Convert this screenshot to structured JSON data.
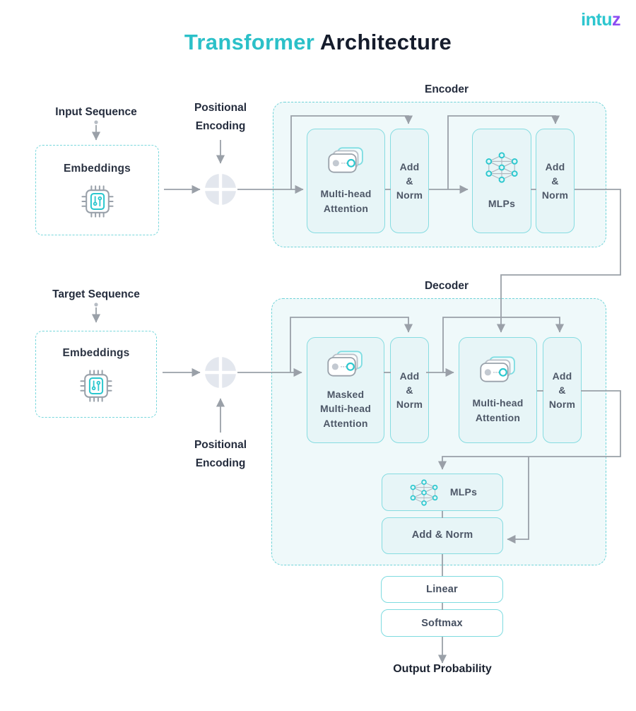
{
  "header": {
    "title_accent": "Transformer",
    "title_rest": " Architecture",
    "logo_main": "intu",
    "logo_accent": "z"
  },
  "labels": {
    "input_sequence": "Input Sequence",
    "target_sequence": "Target Sequence",
    "positional": [
      "Positional",
      "Encoding"
    ],
    "encoder": "Encoder",
    "decoder": "Decoder",
    "output": "Output Probability"
  },
  "embeddings": {
    "label": "Embeddings"
  },
  "blocks": {
    "mha": [
      "Multi-head",
      "Attention"
    ],
    "masked_mha": [
      "Masked",
      "Multi-head",
      "Attention"
    ],
    "add_norm": [
      "Add",
      "&",
      "Norm"
    ],
    "add_norm_wide": "Add & Norm",
    "mlps": "MLPs",
    "linear": "Linear",
    "softmax": "Softmax"
  },
  "icons": {
    "embeddings": "chip-icon",
    "attention": "stacked-heads-icon",
    "mlps": "network-icon",
    "positional_sum": "plus-circle-icon"
  },
  "colors": {
    "accent_teal": "#2bc0c8",
    "logo_purple": "#8d4df2",
    "box_border": "#86dce1",
    "dashed_border": "#6fd3d8",
    "container_fill": "#eff9fa",
    "block_fill": "#e7f5f7",
    "line_gray": "#9aa0a8",
    "heading_text": "#242c3d",
    "block_text": "#4d5767"
  }
}
